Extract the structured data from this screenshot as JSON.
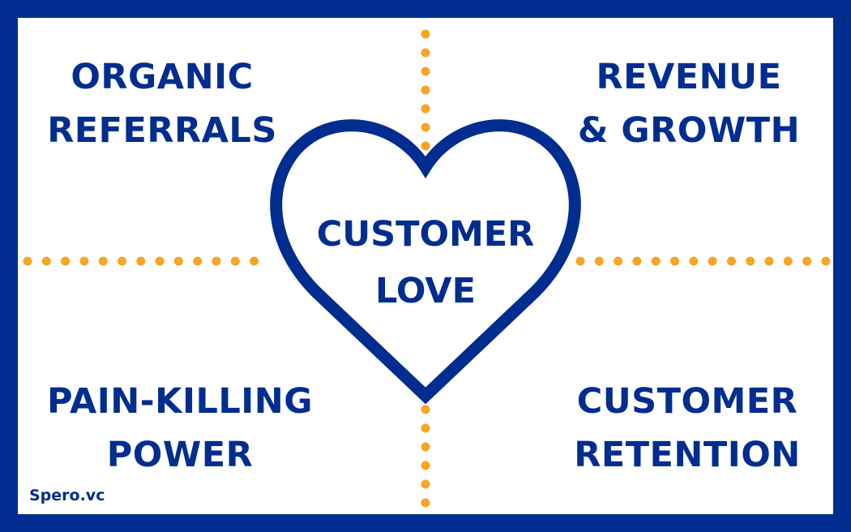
{
  "colors": {
    "navy": "#002d8f",
    "dot": "#f5a623",
    "background": "#ffffff"
  },
  "center": {
    "line1": "CUSTOMER",
    "line2": "LOVE"
  },
  "quadrants": {
    "top_left": {
      "line1": "ORGANIC",
      "line2": "REFERRALS"
    },
    "top_right": {
      "line1": "REVENUE",
      "line2": "& GROWTH"
    },
    "bottom_left": {
      "line1": "PAIN-KILLING",
      "line2": "POWER"
    },
    "bottom_right": {
      "line1": "CUSTOMER",
      "line2": "RETENTION"
    }
  },
  "branding": "Spero.vc"
}
